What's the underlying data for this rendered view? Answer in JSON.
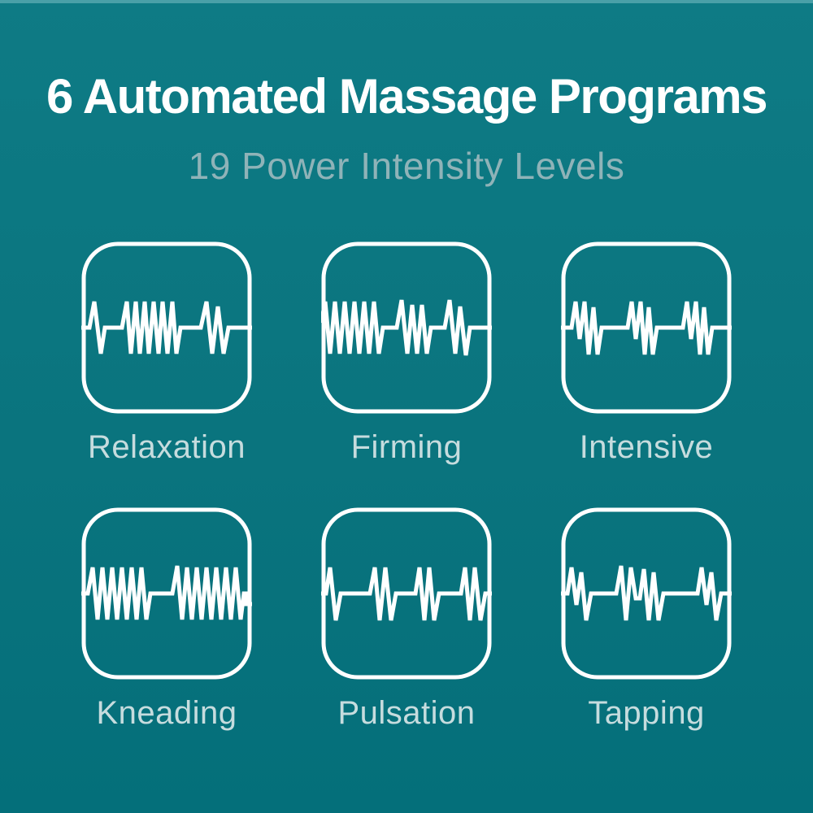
{
  "page": {
    "title": "6 Automated Massage Programs",
    "subtitle": "19 Power Intensity Levels"
  },
  "colors": {
    "background": "#0A747E",
    "background_top_strip": "#49A0A8",
    "title_text": "#FFFFFF",
    "subtitle_text": "#8FB3B8",
    "label_text": "#C6DCDE",
    "waveform_stroke": "#FFFFFF"
  },
  "programs": [
    {
      "label": "Relaxation",
      "icon": "relaxation-waveform-icon"
    },
    {
      "label": "Firming",
      "icon": "firming-waveform-icon"
    },
    {
      "label": "Intensive",
      "icon": "intensive-waveform-icon"
    },
    {
      "label": "Kneading",
      "icon": "kneading-waveform-icon"
    },
    {
      "label": "Pulsation",
      "icon": "pulsation-waveform-icon"
    },
    {
      "label": "Tapping",
      "icon": "tapping-waveform-icon"
    }
  ]
}
